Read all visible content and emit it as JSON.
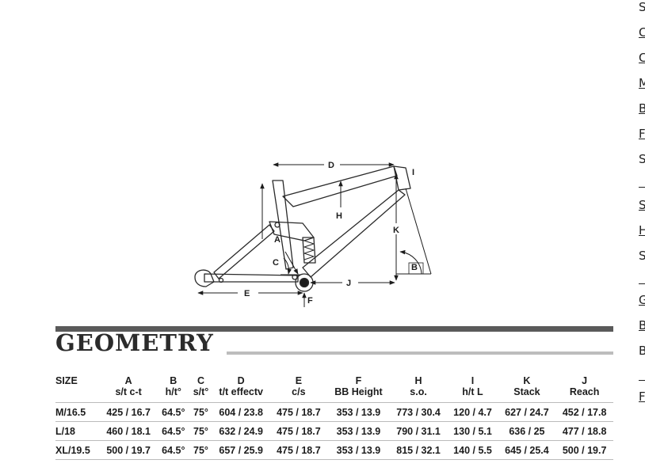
{
  "diagram": {
    "labels": [
      "D",
      "I",
      "H",
      "K",
      "A",
      "C",
      "B",
      "E",
      "J",
      "F"
    ]
  },
  "section_title": "GEOMETRY",
  "table": {
    "headers": [
      {
        "top": "SIZE",
        "sub": ""
      },
      {
        "top": "A",
        "sub": "s/t c-t"
      },
      {
        "top": "B",
        "sub": "h/t°"
      },
      {
        "top": "C",
        "sub": "s/t°"
      },
      {
        "top": "D",
        "sub": "t/t effectv"
      },
      {
        "top": "E",
        "sub": "c/s"
      },
      {
        "top": "F",
        "sub": "BB Height"
      },
      {
        "top": "H",
        "sub": "s.o."
      },
      {
        "top": "I",
        "sub": "h/t L"
      },
      {
        "top": "K",
        "sub": "Stack"
      },
      {
        "top": "J",
        "sub": "Reach"
      }
    ],
    "rows": [
      [
        "M/16.5",
        "425 / 16.7",
        "64.5°",
        "75°",
        "604 / 23.8",
        "475 / 18.7",
        "353 / 13.9",
        "773 / 30.4",
        "120 / 4.7",
        "627 / 24.7",
        "452 / 17.8"
      ],
      [
        "L/18",
        "460 / 18.1",
        "64.5°",
        "75°",
        "632 / 24.9",
        "475 / 18.7",
        "353 / 13.9",
        "790 / 31.1",
        "130 / 5.1",
        "636 / 25",
        "477 / 18.8"
      ],
      [
        "XL/19.5",
        "500 / 19.7",
        "64.5°",
        "75°",
        "657 / 25.9",
        "475 / 18.7",
        "353 / 13.9",
        "815 / 32.1",
        "140 / 5.5",
        "645 / 25.4",
        "500 / 19.7"
      ]
    ]
  },
  "side_letters": [
    "S",
    "C",
    "C",
    "M",
    "B",
    "F",
    "S",
    "S",
    "H",
    "S",
    "G",
    "B",
    "B",
    "F"
  ]
}
